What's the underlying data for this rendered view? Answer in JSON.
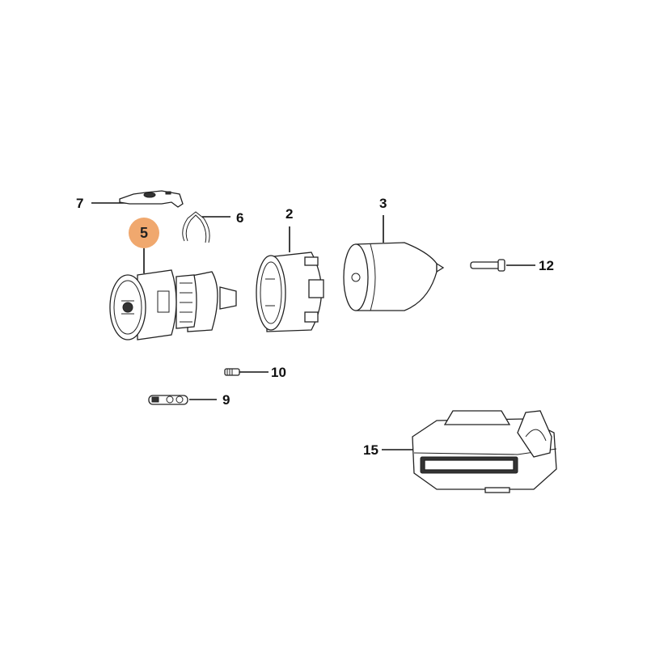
{
  "diagram": {
    "highlight_color": "#f0a86e",
    "callouts": [
      {
        "id": "7",
        "label": "7"
      },
      {
        "id": "6",
        "label": "6"
      },
      {
        "id": "5",
        "label": "5",
        "highlighted": true
      },
      {
        "id": "2",
        "label": "2"
      },
      {
        "id": "3",
        "label": "3"
      },
      {
        "id": "12",
        "label": "12"
      },
      {
        "id": "10",
        "label": "10"
      },
      {
        "id": "9",
        "label": "9"
      },
      {
        "id": "15",
        "label": "15"
      }
    ]
  }
}
